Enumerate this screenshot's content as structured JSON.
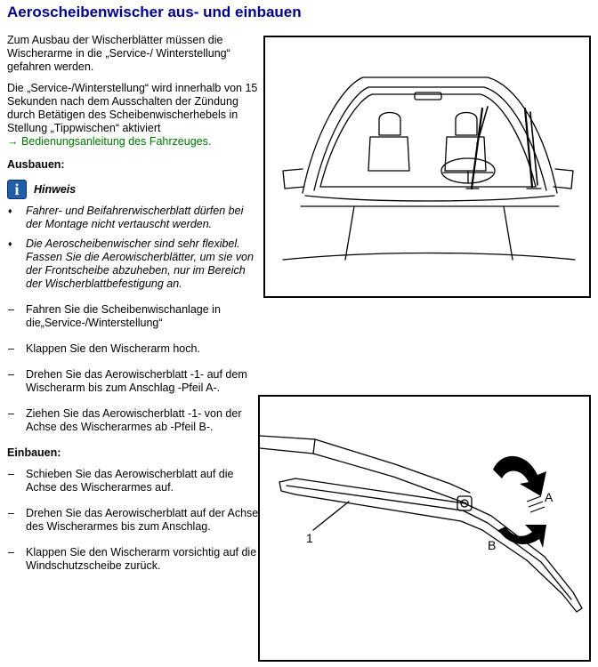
{
  "title": "Aeroscheibenwischer aus- und einbauen",
  "intro": {
    "p1": "Zum Ausbau der Wischerblätter müssen die Wischerarme in die „Service-/ Winterstellung“ gefahren werden.",
    "p2": "Die „Service-/Winterstellung“ wird innerhalb von 15 Sekunden nach dem Ausschalten der Zündung durch Betätigen des Scheibenwischerhebels in Stellung „Tippwischen“ aktiviert",
    "link": "→ Bedienungsanleitung des Fahrzeuges."
  },
  "ausbauen": {
    "heading": "Ausbauen:",
    "hint_label": "Hinweis",
    "hints": [
      "Fahrer- und Beifahrerwischerblatt dürfen bei der Montage nicht vertauscht werden.",
      "Die Aeroscheibenwischer sind sehr flexibel. Fassen Sie die Aerowischerblätter, um sie von der Frontscheibe abzuheben, nur im Bereich der Wischerblattbefestigung an."
    ],
    "steps": [
      "Fahren Sie die Scheibenwischanlage in die„Service-/Winterstellung“",
      "Klappen Sie den Wischerarm hoch.",
      "Drehen Sie das Aerowischerblatt -1- auf dem Wischerarm bis zum Anschlag -Pfeil A-.",
      "Ziehen Sie das Aerowischerblatt -1- von der Achse des Wischerarmes ab -Pfeil B-."
    ]
  },
  "einbauen": {
    "heading": "Einbauen:",
    "steps": [
      "Schieben Sie das Aerowischerblatt auf die Achse des Wischerarmes auf.",
      "Drehen Sie das Aerowischerblatt auf der Achse des Wischerarmes bis zum Anschlag.",
      "Klappen Sie den Wischerarm vorsichtig auf die Windschutzscheibe zurück."
    ]
  },
  "figure2": {
    "label_1": "1",
    "label_a": "A",
    "label_b": "B"
  },
  "icons": {
    "hint": "info-icon"
  },
  "colors": {
    "title": "#00008b",
    "link": "#007700",
    "hint_icon": "#1f5fa8"
  }
}
